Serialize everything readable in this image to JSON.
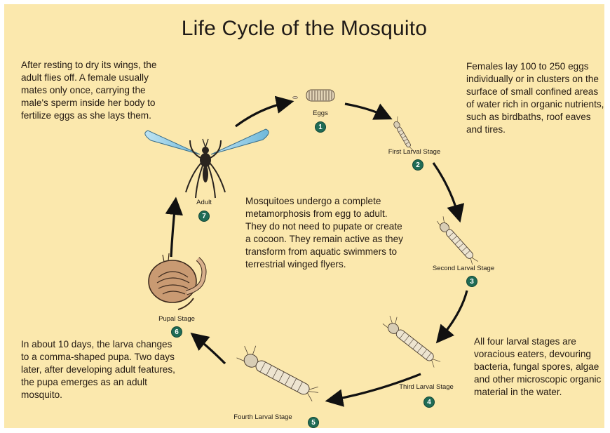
{
  "title": "Life Cycle of the Mosquito",
  "notes": {
    "adult": "After resting to dry its wings, the adult flies off. A female usually mates only once, carrying the male's sperm inside her body to fertilize eggs as she lays them.",
    "eggs": "Females lay 100 to 250 eggs individually or in clusters on the surface of small confined areas of water rich in organic nutrients, such as birdbaths, roof eaves and tires.",
    "center": "Mosquitoes undergo a complete metamorphosis from egg to adult. They do not need to pupate or create a cocoon. They remain active as they transform from aquatic swimmers to terrestrial winged flyers.",
    "pupa": "In about 10 days, the larva changes to a comma-shaped pupa. Two days later, after developing adult features, the pupa emerges as an adult mosquito.",
    "larval": "All four larval stages are voracious eaters, devouring bacteria, fungal spores, algae and other microscopic organic material in the water."
  },
  "stages": [
    {
      "label": "Eggs",
      "number": "1"
    },
    {
      "label": "First Larval Stage",
      "number": "2"
    },
    {
      "label": "Second Larval Stage",
      "number": "3"
    },
    {
      "label": "Third Larval Stage",
      "number": "4"
    },
    {
      "label": "Fourth Larval Stage",
      "number": "5"
    },
    {
      "label": "Pupal Stage",
      "number": "6"
    },
    {
      "label": "Adult",
      "number": "7"
    }
  ],
  "colors": {
    "background": "#fbe8ad",
    "badge": "#1f6b55",
    "wing": "#8ecbe6",
    "arrow": "#111111"
  }
}
